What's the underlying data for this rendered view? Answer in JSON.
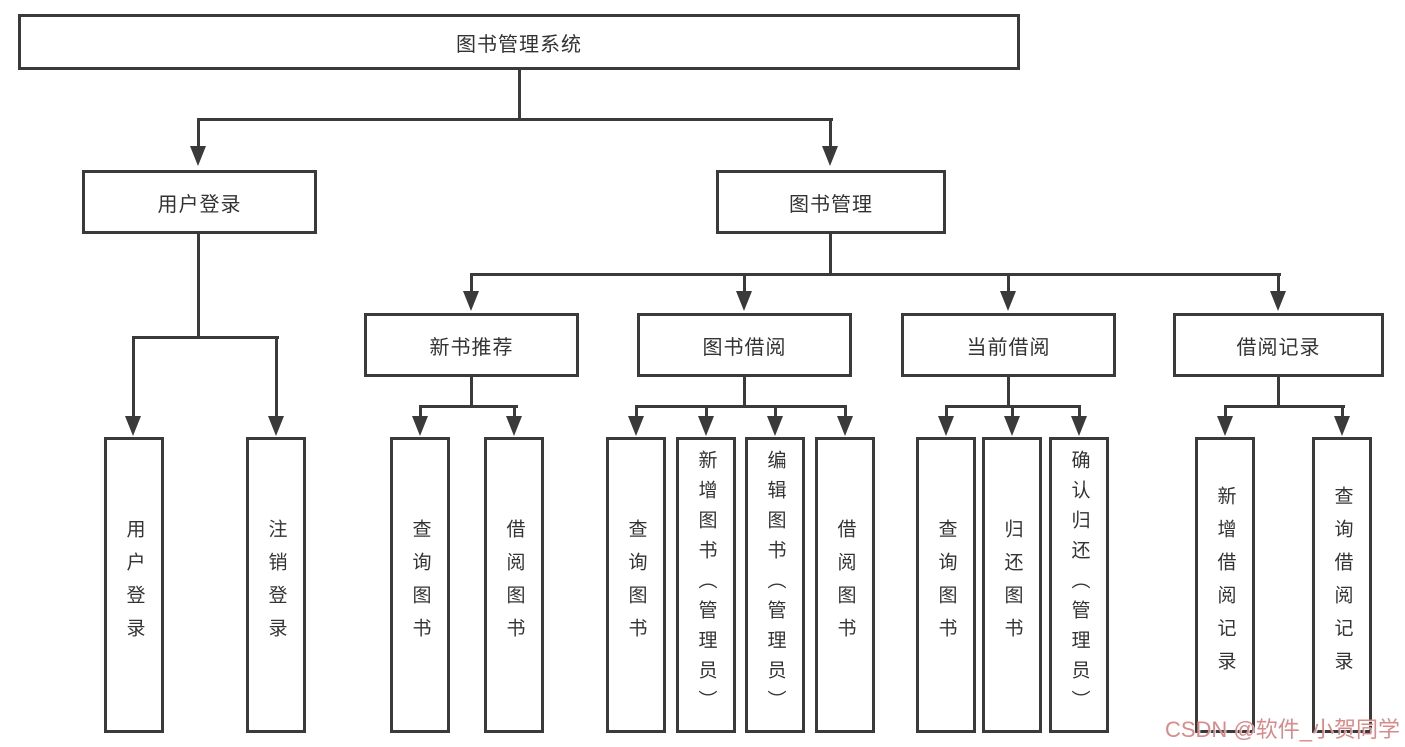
{
  "tree": {
    "label": "图书管理系统",
    "children": [
      {
        "label": "用户登录",
        "children": [
          {
            "label": "用户登录"
          },
          {
            "label": "注销登录"
          }
        ]
      },
      {
        "label": "图书管理",
        "children": [
          {
            "label": "新书推荐",
            "children": [
              {
                "label": "查询图书"
              },
              {
                "label": "借阅图书"
              }
            ]
          },
          {
            "label": "图书借阅",
            "children": [
              {
                "label": "查询图书"
              },
              {
                "label": "新增图书（管理员）"
              },
              {
                "label": "编辑图书（管理员）"
              },
              {
                "label": "借阅图书"
              }
            ]
          },
          {
            "label": "当前借阅",
            "children": [
              {
                "label": "查询图书"
              },
              {
                "label": "归还图书"
              },
              {
                "label": "确认归还（管理员）"
              }
            ]
          },
          {
            "label": "借阅记录",
            "children": [
              {
                "label": "新增借阅记录"
              },
              {
                "label": "查询借阅记录"
              }
            ]
          }
        ]
      }
    ]
  },
  "watermark": {
    "text": "CSDN @软件_小贺同学"
  },
  "colors": {
    "line": "#3a3a3a",
    "border": "#3a3a3a",
    "fill": "#ffffff",
    "text": "#333333",
    "watermark": "#d98a8a"
  }
}
